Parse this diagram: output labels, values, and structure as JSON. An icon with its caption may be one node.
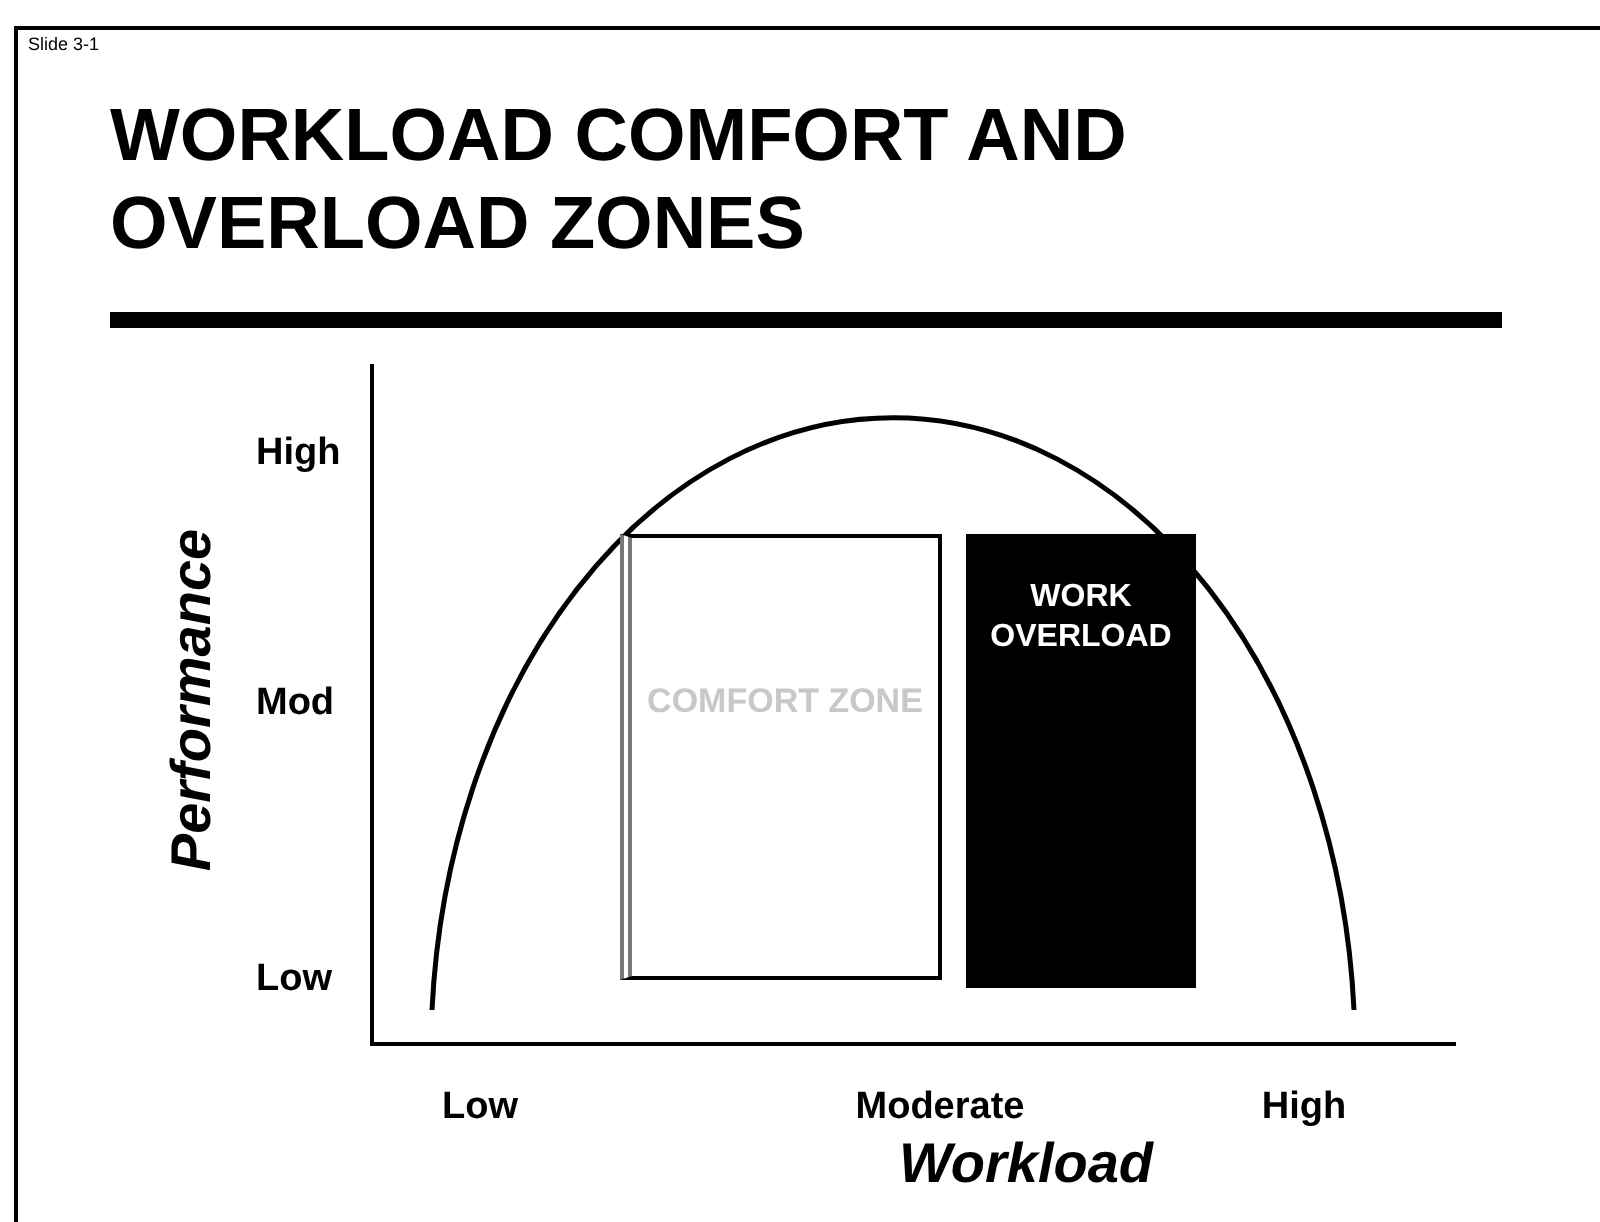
{
  "diagram": {
    "title": "WORKLOAD COMFORT AND OVERLOAD ZONES",
    "nodes": [
      {
        "text": [
          "COMFORT ZONE"
        ]
      },
      {
        "text": [
          "WORK OVERLOAD"
        ]
      }
    ],
    "labels": [
      "Slide 3-1",
      "High",
      "Mod",
      "Low",
      "Performance",
      "Low",
      "Moderate",
      "High",
      "Workload"
    ]
  }
}
